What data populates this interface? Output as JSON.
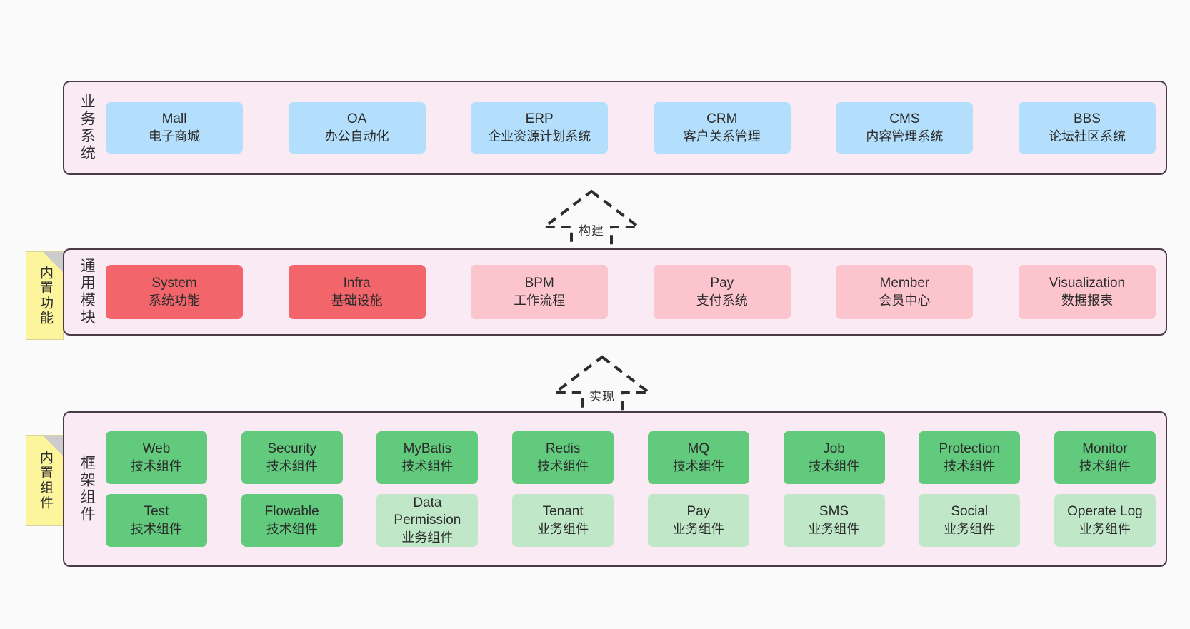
{
  "theme": {
    "section_bg": "#f9eaf4",
    "section_border": "#4a3a46",
    "page_bg": "#fafafa",
    "blue": "#b3dffc",
    "red": "#f2656a",
    "pink": "#fcc5cd",
    "green_dark": "#62ca7c",
    "green_light": "#c0e8c8",
    "tab_yellow": "#fcf59b"
  },
  "tabs": [
    {
      "name": "builtin-function",
      "label": "内置功能"
    },
    {
      "name": "builtin-component",
      "label": "内置组件"
    }
  ],
  "connectors": [
    {
      "name": "build",
      "label": "构建",
      "style": "dashed-hollow-up-arrow"
    },
    {
      "name": "realize",
      "label": "实现",
      "style": "dashed-hollow-up-arrow"
    }
  ],
  "sections": [
    {
      "name": "business-system",
      "label": "业务系统",
      "rows": [
        [
          {
            "title": "Mall",
            "subtitle": "电子商城",
            "color": "blue"
          },
          {
            "title": "OA",
            "subtitle": "办公自动化",
            "color": "blue"
          },
          {
            "title": "ERP",
            "subtitle": "企业资源计划系统",
            "color": "blue"
          },
          {
            "title": "CRM",
            "subtitle": "客户关系管理",
            "color": "blue"
          },
          {
            "title": "CMS",
            "subtitle": "内容管理系统",
            "color": "blue"
          },
          {
            "title": "BBS",
            "subtitle": "论坛社区系统",
            "color": "blue"
          }
        ]
      ]
    },
    {
      "name": "common-module",
      "label": "通用模块",
      "rows": [
        [
          {
            "title": "System",
            "subtitle": "系统功能",
            "color": "red"
          },
          {
            "title": "Infra",
            "subtitle": "基础设施",
            "color": "red"
          },
          {
            "title": "BPM",
            "subtitle": "工作流程",
            "color": "pink"
          },
          {
            "title": "Pay",
            "subtitle": "支付系统",
            "color": "pink"
          },
          {
            "title": "Member",
            "subtitle": "会员中心",
            "color": "pink"
          },
          {
            "title": "Visualization",
            "subtitle": "数据报表",
            "color": "pink"
          }
        ]
      ]
    },
    {
      "name": "framework-component",
      "label": "框架组件",
      "rows": [
        [
          {
            "title": "Web",
            "subtitle": "技术组件",
            "color": "green-dark"
          },
          {
            "title": "Security",
            "subtitle": "技术组件",
            "color": "green-dark"
          },
          {
            "title": "MyBatis",
            "subtitle": "技术组件",
            "color": "green-dark"
          },
          {
            "title": "Redis",
            "subtitle": "技术组件",
            "color": "green-dark"
          },
          {
            "title": "MQ",
            "subtitle": "技术组件",
            "color": "green-dark"
          },
          {
            "title": "Job",
            "subtitle": "技术组件",
            "color": "green-dark"
          },
          {
            "title": "Protection",
            "subtitle": "技术组件",
            "color": "green-dark"
          },
          {
            "title": "Monitor",
            "subtitle": "技术组件",
            "color": "green-dark"
          }
        ],
        [
          {
            "title": "Test",
            "subtitle": "技术组件",
            "color": "green-dark"
          },
          {
            "title": "Flowable",
            "subtitle": "技术组件",
            "color": "green-dark"
          },
          {
            "title": "Data Permission",
            "subtitle": "业务组件",
            "color": "green-light"
          },
          {
            "title": "Tenant",
            "subtitle": "业务组件",
            "color": "green-light"
          },
          {
            "title": "Pay",
            "subtitle": "业务组件",
            "color": "green-light"
          },
          {
            "title": "SMS",
            "subtitle": "业务组件",
            "color": "green-light"
          },
          {
            "title": "Social",
            "subtitle": "业务组件",
            "color": "green-light"
          },
          {
            "title": "Operate Log",
            "subtitle": "业务组件",
            "color": "green-light"
          }
        ]
      ]
    }
  ]
}
